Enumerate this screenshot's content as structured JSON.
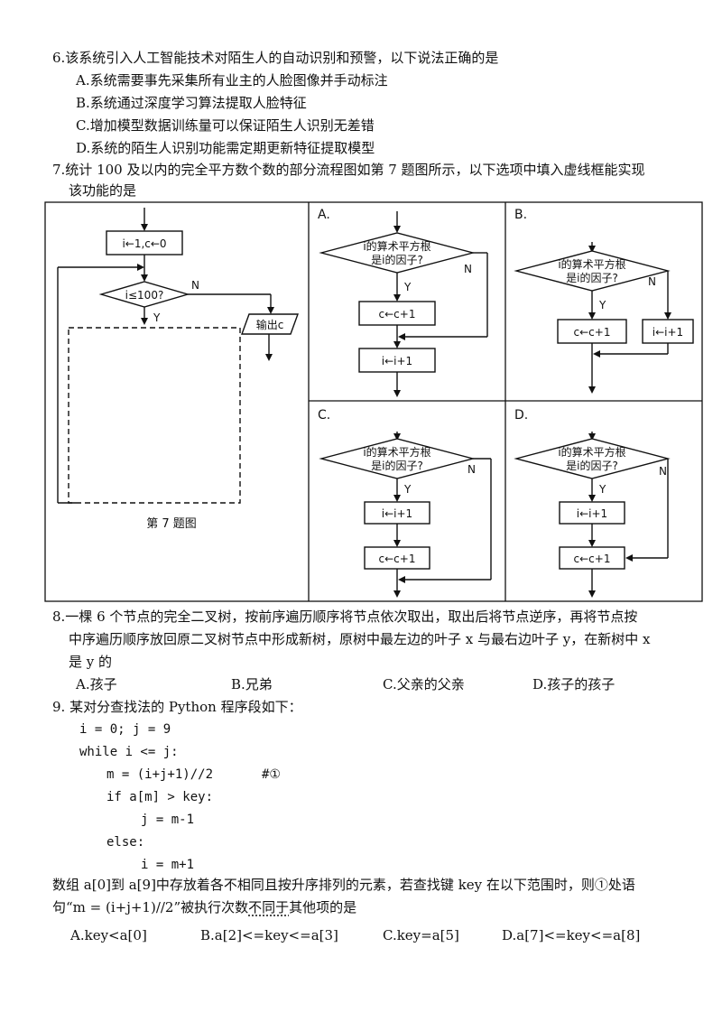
{
  "q6": {
    "stem": "6.该系统引入人工智能技术对陌生人的自动识别和预警，以下说法正确的是",
    "options": [
      "A.系统需要事先采集所有业主的人脸图像并手动标注",
      "B.系统通过深度学习算法提取人脸特征",
      "C.增加模型数据训练量可以保证陌生人识别无差错",
      "D.系统的陌生人识别功能需定期更新特征提取模型"
    ]
  },
  "q7": {
    "stem_line1": "7.统计 100 及以内的完全平方数个数的部分流程图如第 7 题图所示，以下选项中填入虚线框能实现",
    "stem_line2": "该功能的是",
    "main": {
      "init": "i←1,c←0",
      "cond": "i≤100?",
      "yes": "Y",
      "no": "N",
      "output": "输出c",
      "caption": "第 7 题图"
    },
    "options": [
      {
        "letter": "A.",
        "cond_l1": "i的算术平方根",
        "cond_l2": "是i的因子?",
        "b1": "c←c+1",
        "b2": "i←i+1",
        "yes": "Y",
        "no": "N"
      },
      {
        "letter": "B.",
        "cond_l1": "i的算术平方根",
        "cond_l2": "是i的因子?",
        "b1": "c←c+1",
        "b2": "i←i+1",
        "yes": "Y",
        "no": "N"
      },
      {
        "letter": "C.",
        "cond_l1": "i的算术平方根",
        "cond_l2": "是i的因子?",
        "b1": "i←i+1",
        "b2": "c←c+1",
        "yes": "Y",
        "no": "N"
      },
      {
        "letter": "D.",
        "cond_l1": "i的算术平方根",
        "cond_l2": "是i的因子?",
        "b1": "i←i+1",
        "b2": "c←c+1",
        "yes": "Y",
        "no": "N"
      }
    ]
  },
  "q8": {
    "line1": "8.一棵 6 个节点的完全二叉树，按前序遍历顺序将节点依次取出，取出后将节点逆序，再将节点按",
    "line2": "中序遍历顺序放回原二叉树节点中形成新树，原树中最左边的叶子 x 与最右边叶子 y，在新树中 x",
    "line3": "是 y 的",
    "options": [
      "A.孩子",
      "B.兄弟",
      "C.父亲的父亲",
      "D.孩子的孩子"
    ]
  },
  "q9": {
    "stem": "9. 某对分查找法的 Python 程序段如下：",
    "code": [
      "i = 0; j = 9",
      "while i <= j:",
      "m = (i+j+1)//2",
      "if a[m] > key:",
      "j = m-1",
      "else:",
      "i = m+1"
    ],
    "comment": "#①",
    "desc_line1": "数组 a[0]到 a[9]中存放着各不相同且按升序排列的元素，若查找键 key 在以下范围时，则①处语",
    "desc_line2_a": "句“m = (i+j+1)//2”被执行次数",
    "desc_line2_b": "不同于",
    "desc_line2_c": "其他项的是",
    "options": [
      "A.key<a[0]",
      "B.a[2]<=key<=a[3]",
      "C.key=a[5]",
      "D.a[7]<=key<=a[8]"
    ]
  }
}
